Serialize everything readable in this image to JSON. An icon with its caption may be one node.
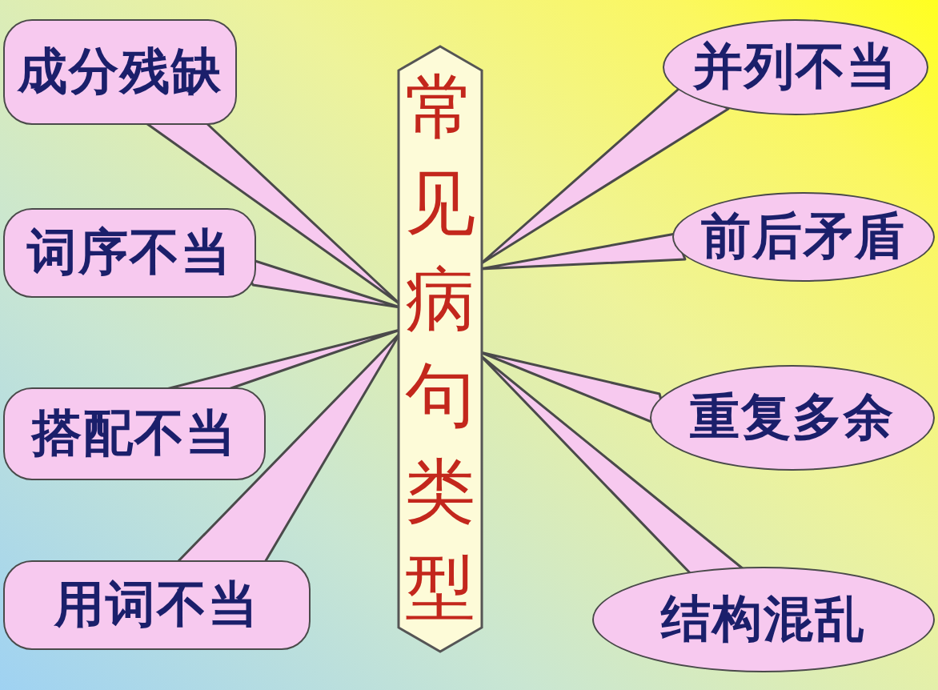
{
  "diagram": {
    "nodes": [
      {
        "text": [
          "常见病句类型"
        ]
      },
      {
        "text": [
          "成分残缺"
        ]
      },
      {
        "text": [
          "词序不当"
        ]
      },
      {
        "text": [
          "搭配不当"
        ]
      },
      {
        "text": [
          "用词不当"
        ]
      },
      {
        "text": [
          "并列不当"
        ]
      },
      {
        "text": [
          "前后矛盾"
        ]
      },
      {
        "text": [
          "重复多余"
        ]
      },
      {
        "text": [
          "结构混乱"
        ]
      }
    ],
    "edges": [
      {
        "from": 1,
        "to": 0,
        "arrow": "none"
      },
      {
        "from": 2,
        "to": 0,
        "arrow": "none"
      },
      {
        "from": 3,
        "to": 0,
        "arrow": "none"
      },
      {
        "from": 4,
        "to": 0,
        "arrow": "none"
      },
      {
        "from": 5,
        "to": 0,
        "arrow": "none"
      },
      {
        "from": 6,
        "to": 0,
        "arrow": "none"
      },
      {
        "from": 7,
        "to": 0,
        "arrow": "none"
      },
      {
        "from": 8,
        "to": 0,
        "arrow": "none"
      }
    ]
  }
}
